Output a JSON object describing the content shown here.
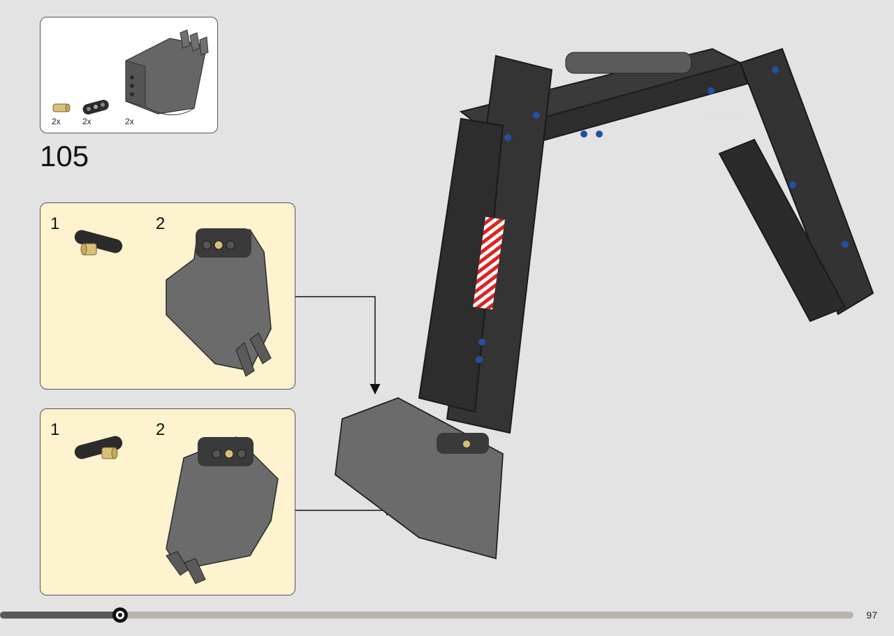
{
  "parts_list": {
    "items": [
      {
        "name": "tan-pin",
        "qty": "2x"
      },
      {
        "name": "dark-liftarm",
        "qty": "2x"
      },
      {
        "name": "bucket",
        "qty": "2x"
      }
    ]
  },
  "step": {
    "number": "105"
  },
  "substeps": [
    {
      "labels": [
        "1",
        "2"
      ]
    },
    {
      "labels": [
        "1",
        "2"
      ]
    }
  ],
  "main_model": {
    "brand_text": "VOLVO"
  },
  "footer": {
    "page_number": "97"
  },
  "colors": {
    "background": "#e3e3e3",
    "substep_bg": "#fdf3cf",
    "part_dark": "#3a3a3a",
    "part_bucket": "#6b6b6b",
    "pin_tan": "#d9c07a",
    "pin_blue": "#2450a0"
  }
}
